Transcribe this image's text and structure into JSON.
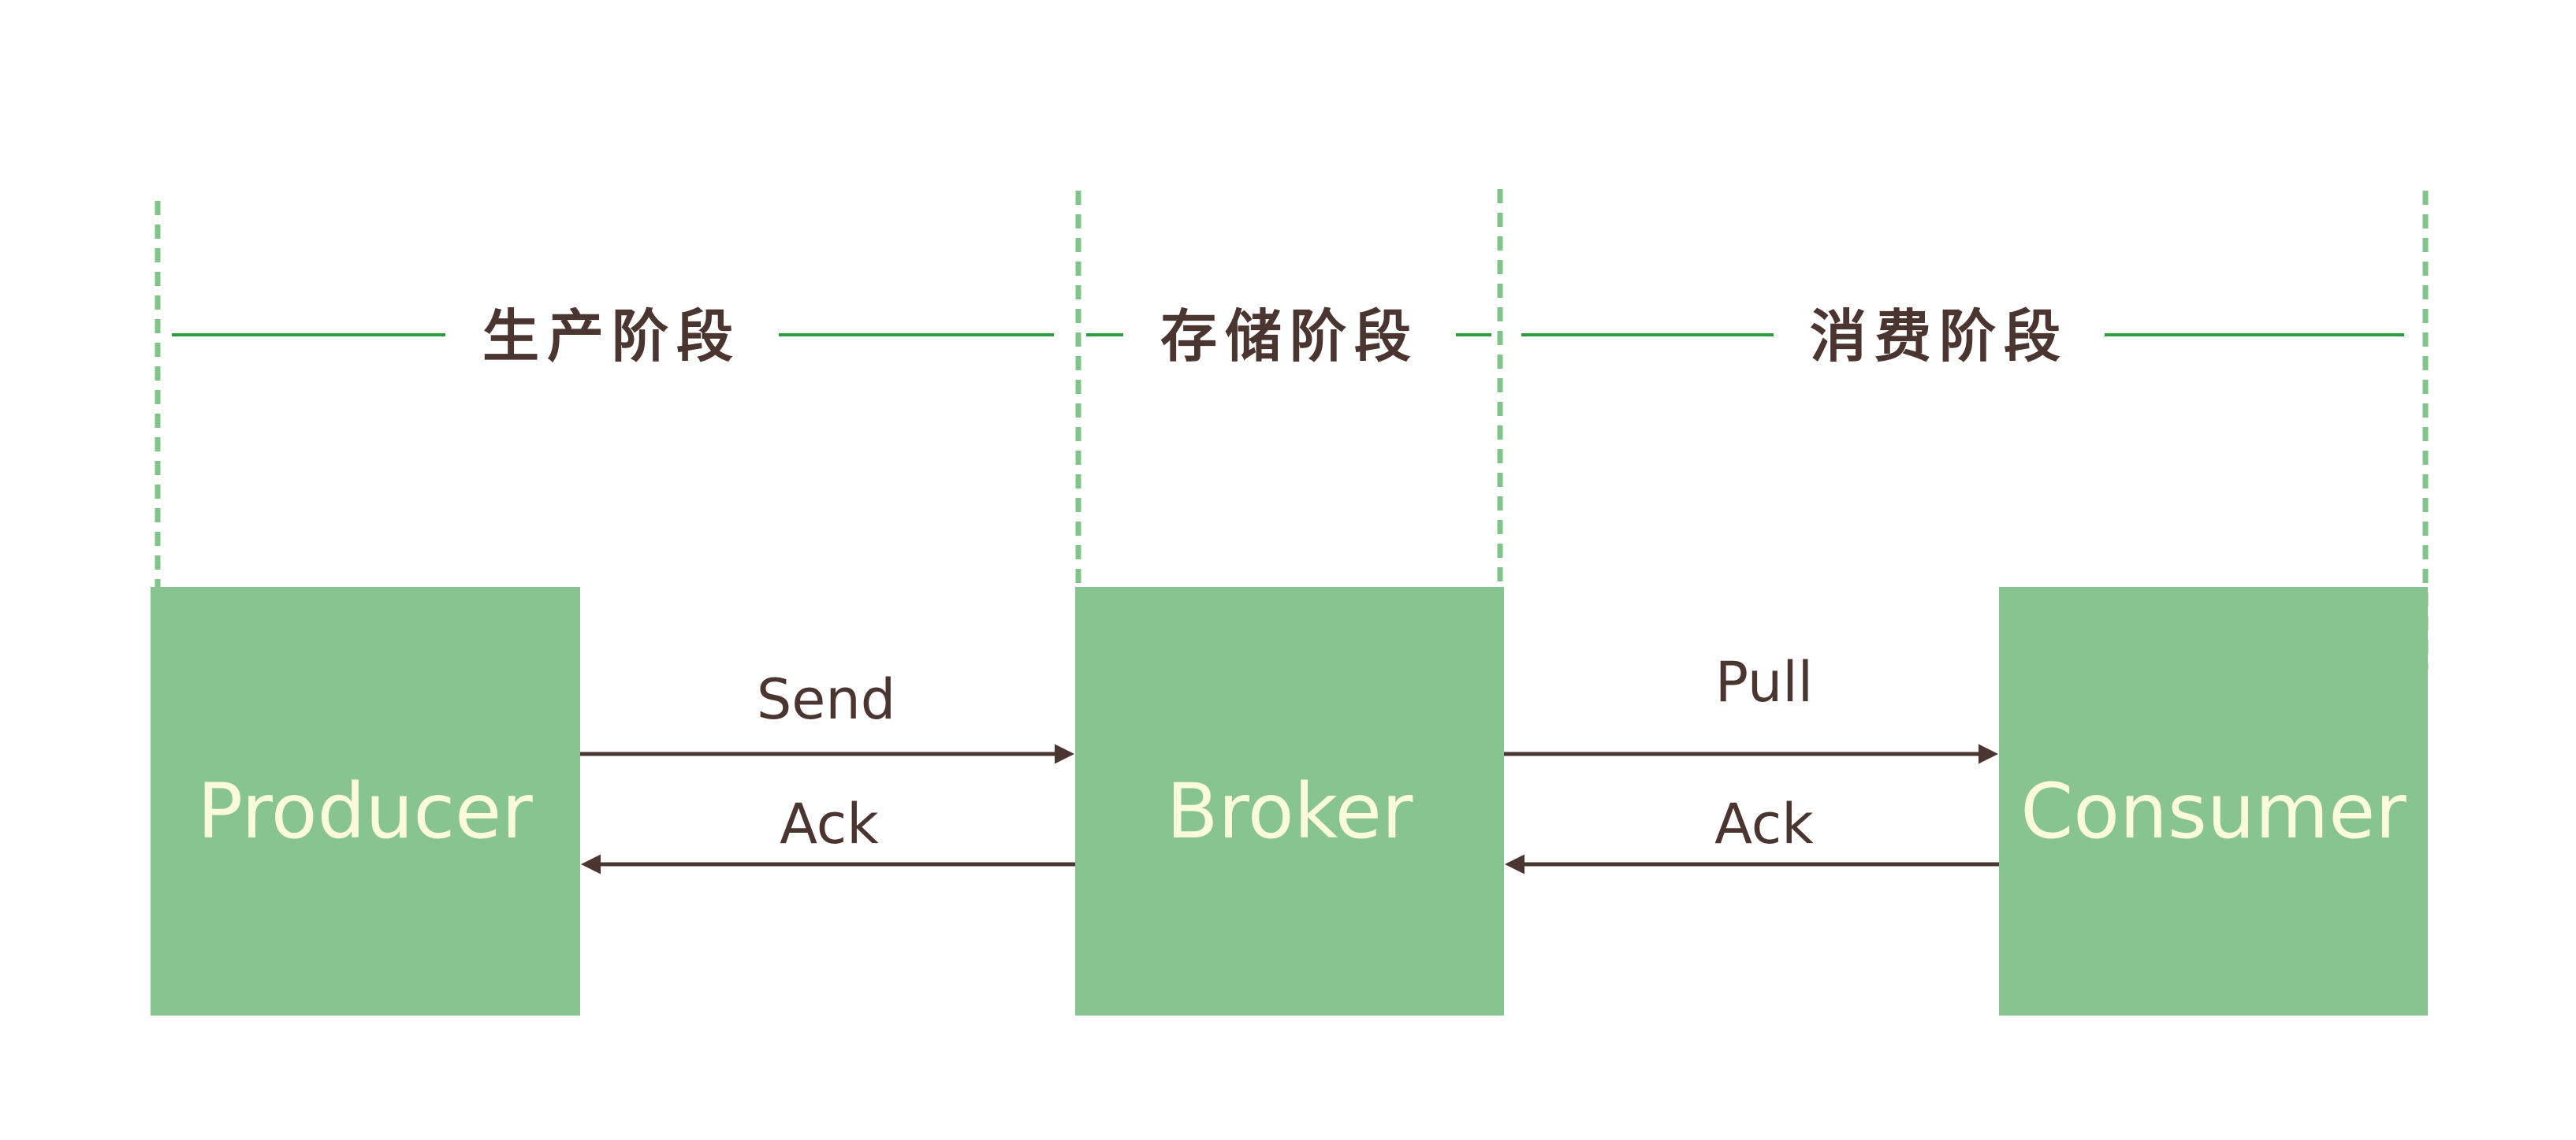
{
  "colors": {
    "box_fill": "#88c48f",
    "box_text": "#fafadc",
    "stage_line": "#2e9b3e",
    "divider": "#7fc48a",
    "text_dark": "#4a3530",
    "arrow": "#4a3530"
  },
  "stages": [
    {
      "label": "生产阶段"
    },
    {
      "label": "存储阶段"
    },
    {
      "label": "消费阶段"
    }
  ],
  "nodes": [
    {
      "label": "Producer"
    },
    {
      "label": "Broker"
    },
    {
      "label": "Consumer"
    }
  ],
  "edges": [
    {
      "from": "Producer",
      "to": "Broker",
      "label": "Send"
    },
    {
      "from": "Broker",
      "to": "Producer",
      "label": "Ack"
    },
    {
      "from": "Broker",
      "to": "Consumer",
      "label": "Pull"
    },
    {
      "from": "Consumer",
      "to": "Broker",
      "label": "Ack"
    }
  ]
}
